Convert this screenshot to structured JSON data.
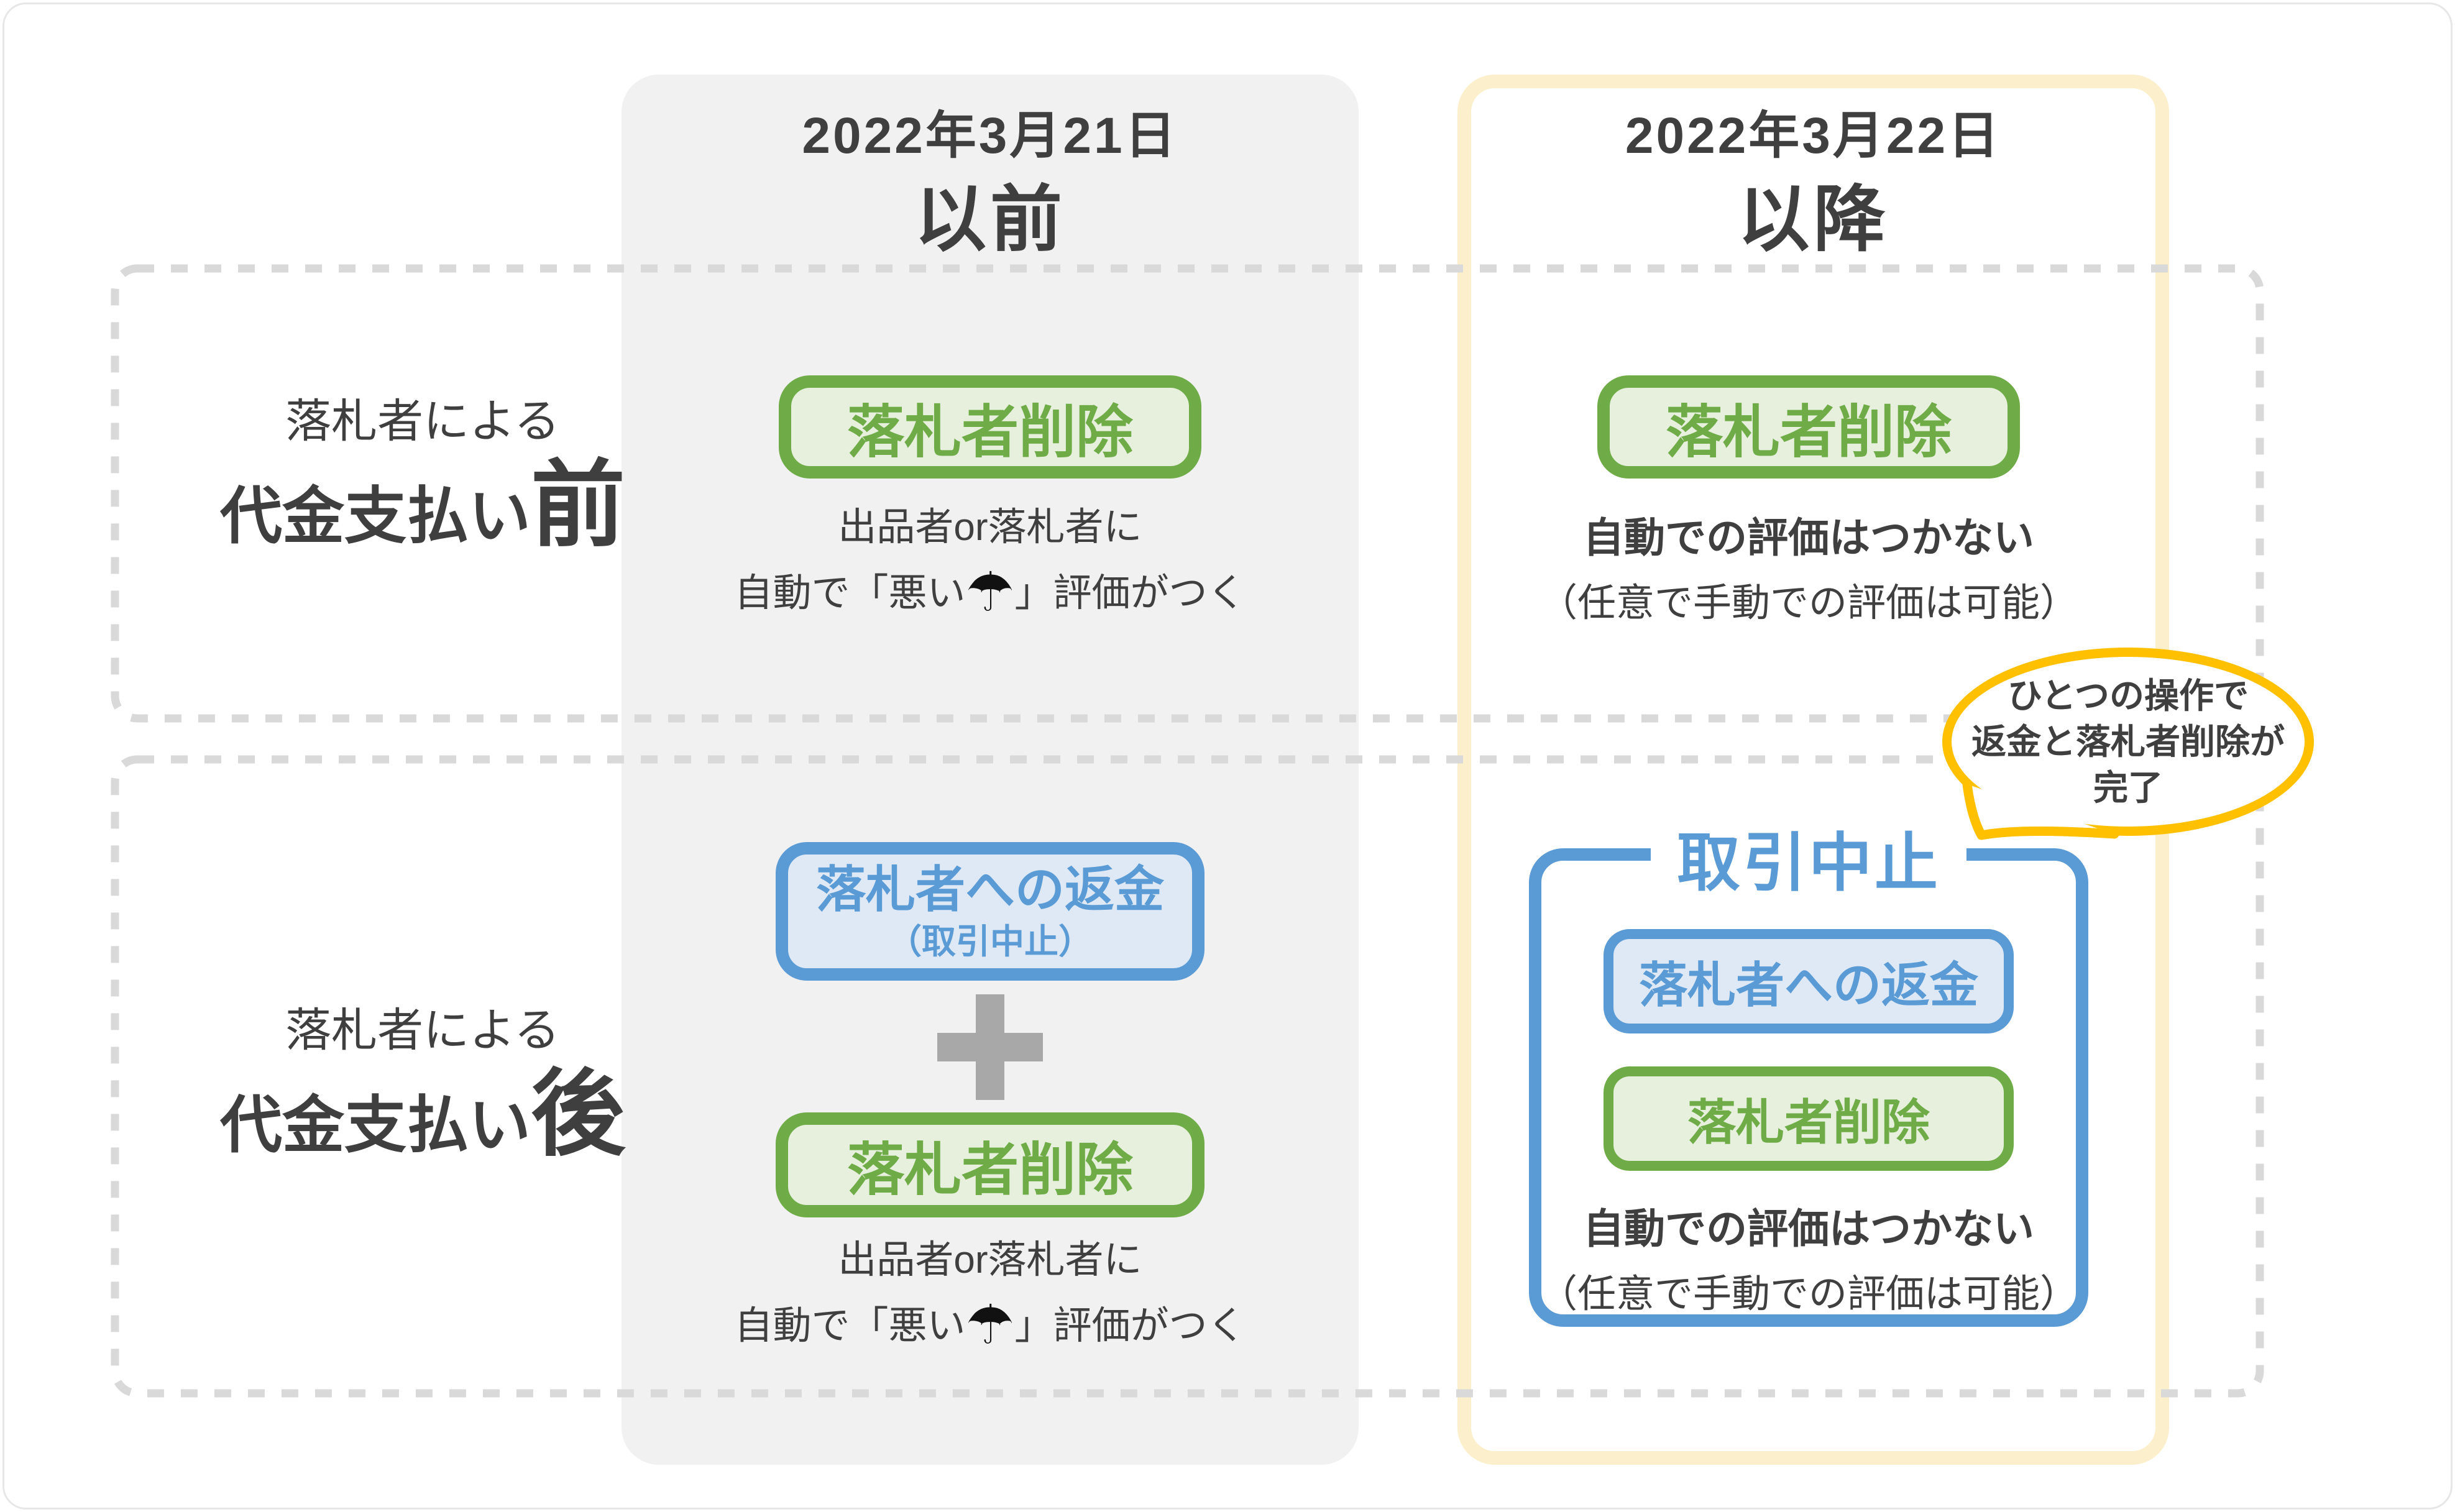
{
  "columns": {
    "before": {
      "date": "2022年3月21日",
      "period": "以前"
    },
    "after": {
      "date": "2022年3月22日",
      "period": "以降"
    }
  },
  "rows": {
    "prepay": {
      "actor": "落札者による",
      "event": "代金支払い",
      "emph": "前"
    },
    "postpay": {
      "actor": "落札者による",
      "event": "代金支払い",
      "emph": "後"
    }
  },
  "cells": {
    "before_prepay": {
      "badge": "落札者削除",
      "note_line1": "出品者or落札者に",
      "note_line2_before_icon": "自動で「悪い",
      "umbrella_icon": "☂",
      "note_line2_after_icon": "」評価がつく"
    },
    "after_prepay": {
      "badge": "落札者削除",
      "note_bold": "自動での評価はつかない",
      "note_sub": "（任意で手動での評価は可能）"
    },
    "before_postpay": {
      "refund_title": "落札者への返金",
      "refund_sub": "（取引中止）",
      "badge": "落札者削除",
      "note_line1": "出品者or落札者に",
      "note_line2_before_icon": "自動で「悪い",
      "umbrella_icon": "☂",
      "note_line2_after_icon": "」評価がつく"
    },
    "after_postpay": {
      "group_title": "取引中止",
      "refund_badge": "落札者への返金",
      "delete_badge": "落札者削除",
      "note_bold": "自動での評価はつかない",
      "note_sub": "（任意で手動での評価は可能）"
    }
  },
  "callout": {
    "line1": "ひとつの操作で",
    "line2": "返金と落札者削除が",
    "line3": "完了"
  },
  "colors": {
    "green": "#6FAC47",
    "green_fill": "#E6F0DD",
    "blue": "#5B9BD5",
    "blue_fill": "#DEE9F5",
    "panel_gray": "#F1F1F2",
    "panel_cream_border": "#FCEFCB",
    "callout_yellow": "#FFC000",
    "dotted_gray": "#D9D9D9",
    "text_dark": "#3F3F3F",
    "plus_gray": "#A8A8A8",
    "umbrella_black": "#111111"
  }
}
